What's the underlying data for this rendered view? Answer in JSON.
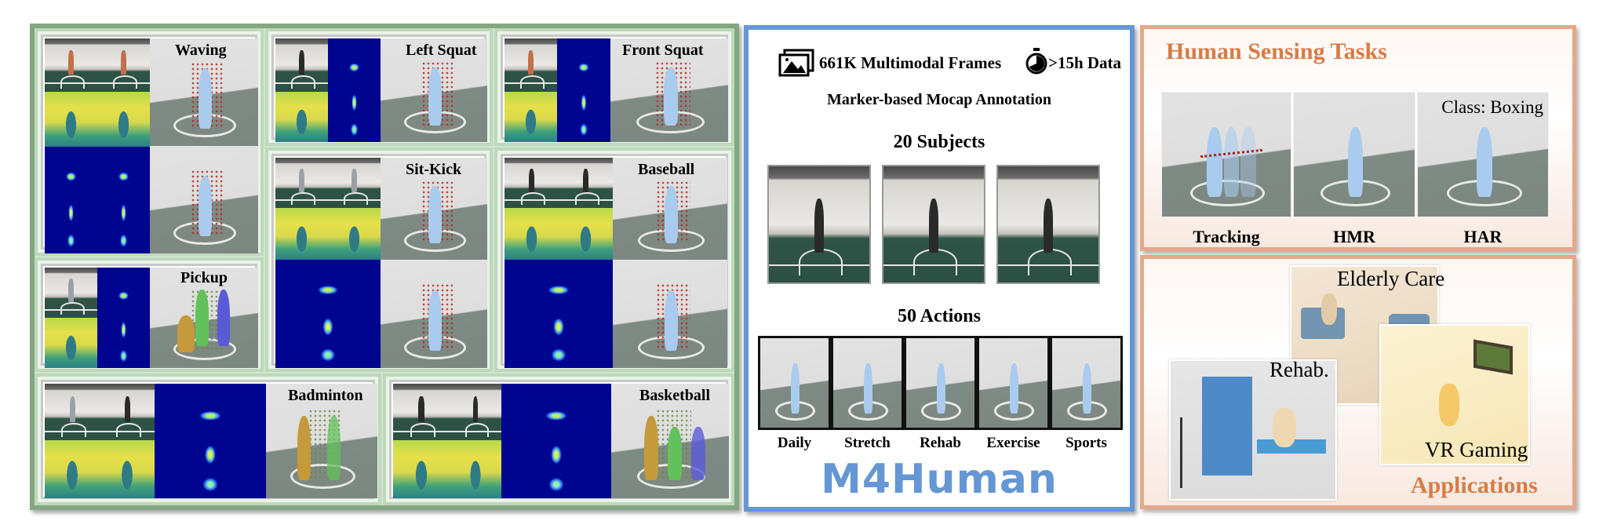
{
  "dataset_section": {
    "panels": [
      {
        "label": "Waving",
        "modalities": [
          "rgb",
          "depth",
          "mmwave",
          "mesh+markers"
        ]
      },
      {
        "label": "Left Squat",
        "modalities": [
          "rgb",
          "depth",
          "mmwave",
          "mesh+markers"
        ]
      },
      {
        "label": "Front Squat",
        "modalities": [
          "rgb",
          "depth",
          "mmwave",
          "mesh+markers"
        ]
      },
      {
        "label": "Sit-Kick",
        "modalities": [
          "rgb",
          "depth",
          "mmwave",
          "mesh+markers"
        ]
      },
      {
        "label": "Baseball",
        "modalities": [
          "rgb",
          "depth",
          "mmwave",
          "mesh+markers"
        ]
      },
      {
        "label": "Pickup",
        "modalities": [
          "rgb",
          "depth",
          "mmwave",
          "multi-person mesh"
        ]
      },
      {
        "label": "Badminton",
        "modalities": [
          "rgb",
          "depth",
          "mmwave",
          "multi-person mesh"
        ]
      },
      {
        "label": "Basketball",
        "modalities": [
          "rgb",
          "depth",
          "mmwave",
          "multi-person mesh"
        ]
      }
    ],
    "border_color": "#83a881"
  },
  "overview": {
    "frames_icon": "image-stack-icon",
    "frames_text": "661K Multimodal Frames",
    "duration_icon": "stopwatch-icon",
    "duration_text": ">15h Data",
    "annotation_text": "Marker-based Mocap Annotation",
    "subjects_title": "20 Subjects",
    "actions_title": "50 Actions",
    "action_categories": [
      "Daily",
      "Stretch",
      "Rehab",
      "Exercise",
      "Sports"
    ],
    "brand": "M4Human",
    "brand_color": "#6497d4"
  },
  "tasks": {
    "title": "Human Sensing Tasks",
    "items": [
      {
        "label": "Tracking"
      },
      {
        "label": "HMR"
      },
      {
        "label": "HAR",
        "overlay": "Class: Boxing"
      }
    ],
    "title_color": "#d97b45"
  },
  "applications": {
    "title": "Applications",
    "items": [
      {
        "label": "Elderly Care"
      },
      {
        "label": "Rehab."
      },
      {
        "label": "VR Gaming"
      }
    ]
  }
}
